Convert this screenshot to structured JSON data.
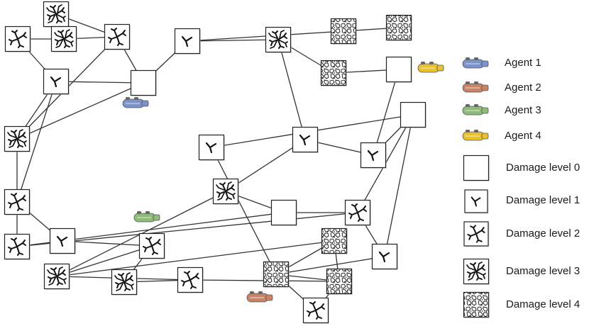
{
  "legend": {
    "agents": [
      {
        "label": "Agent 1",
        "color": "#7b93c9"
      },
      {
        "label": "Agent 2",
        "color": "#c98466"
      },
      {
        "label": "Agent 3",
        "color": "#8fba7a"
      },
      {
        "label": "Agent 4",
        "color": "#e8c22e"
      }
    ],
    "damage_levels": [
      {
        "label": "Damage level 0",
        "level": 0
      },
      {
        "label": "Damage level 1",
        "level": 1
      },
      {
        "label": "Damage level 2",
        "level": 2
      },
      {
        "label": "Damage level 3",
        "level": 3
      },
      {
        "label": "Damage level 4",
        "level": 4
      }
    ]
  },
  "network": {
    "nodes": [
      {
        "id": "n1",
        "damage": 3
      },
      {
        "id": "n2",
        "damage": 2
      },
      {
        "id": "n3",
        "damage": 3
      },
      {
        "id": "n4",
        "damage": 2
      },
      {
        "id": "n5",
        "damage": 0
      },
      {
        "id": "n6",
        "damage": 1
      },
      {
        "id": "n7",
        "damage": 4
      },
      {
        "id": "n8",
        "damage": 4
      },
      {
        "id": "n9",
        "damage": 1
      },
      {
        "id": "n10",
        "damage": 3
      },
      {
        "id": "n11",
        "damage": 3
      },
      {
        "id": "n12",
        "damage": 4
      },
      {
        "id": "n13",
        "damage": 0
      },
      {
        "id": "n14",
        "damage": 2
      },
      {
        "id": "n15",
        "damage": 2
      },
      {
        "id": "n16",
        "damage": 1
      },
      {
        "id": "n17",
        "damage": 1
      },
      {
        "id": "n18",
        "damage": 1
      },
      {
        "id": "n19",
        "damage": 3
      },
      {
        "id": "n20",
        "damage": 0
      },
      {
        "id": "n21",
        "damage": 2
      },
      {
        "id": "n22",
        "damage": 0
      },
      {
        "id": "n23",
        "damage": 2
      },
      {
        "id": "n24",
        "damage": 3
      },
      {
        "id": "n25",
        "damage": 4
      },
      {
        "id": "n26",
        "damage": 1
      },
      {
        "id": "n27",
        "damage": 3
      },
      {
        "id": "n28",
        "damage": 2
      },
      {
        "id": "n29",
        "damage": 4
      },
      {
        "id": "n30",
        "damage": 4
      },
      {
        "id": "n31",
        "damage": 1
      },
      {
        "id": "n32",
        "damage": 2
      }
    ],
    "edges": [
      [
        "n1",
        "n3"
      ],
      [
        "n1",
        "n4"
      ],
      [
        "n2",
        "n6"
      ],
      [
        "n2",
        "n3"
      ],
      [
        "n3",
        "n4"
      ],
      [
        "n4",
        "n5"
      ],
      [
        "n4",
        "n10"
      ],
      [
        "n5",
        "n6"
      ],
      [
        "n5",
        "n10"
      ],
      [
        "n5",
        "n9"
      ],
      [
        "n9",
        "n8"
      ],
      [
        "n9",
        "n11"
      ],
      [
        "n11",
        "n12"
      ],
      [
        "n11",
        "n16"
      ],
      [
        "n12",
        "n13"
      ],
      [
        "n13",
        "n17"
      ],
      [
        "n6",
        "n10"
      ],
      [
        "n6",
        "n14"
      ],
      [
        "n10",
        "n15"
      ],
      [
        "n14",
        "n18"
      ],
      [
        "n15",
        "n20"
      ],
      [
        "n15",
        "n21"
      ],
      [
        "n16",
        "n17"
      ],
      [
        "n16",
        "n19"
      ],
      [
        "n17",
        "n22"
      ],
      [
        "n18",
        "n23"
      ],
      [
        "n19",
        "n24"
      ],
      [
        "n23",
        "n24"
      ],
      [
        "n23",
        "n27"
      ],
      [
        "n24",
        "n25"
      ],
      [
        "n24",
        "n28"
      ],
      [
        "n27",
        "n28"
      ],
      [
        "n28",
        "n30"
      ],
      [
        "n25",
        "n29"
      ],
      [
        "n25",
        "n30"
      ],
      [
        "n30",
        "n29"
      ],
      [
        "n20",
        "n21"
      ],
      [
        "n19",
        "n20"
      ],
      [
        "n21",
        "n22"
      ],
      [
        "n21",
        "n26"
      ],
      [
        "n22",
        "n26"
      ],
      [
        "n22",
        "n31"
      ],
      [
        "n26",
        "n29"
      ],
      [
        "n29",
        "n32"
      ],
      [
        "n31",
        "n29"
      ],
      [
        "n30",
        "n32"
      ]
    ]
  },
  "agents_on_map": [
    {
      "agent": "Agent 1"
    },
    {
      "agent": "Agent 2"
    },
    {
      "agent": "Agent 3"
    },
    {
      "agent": "Agent 4"
    }
  ]
}
